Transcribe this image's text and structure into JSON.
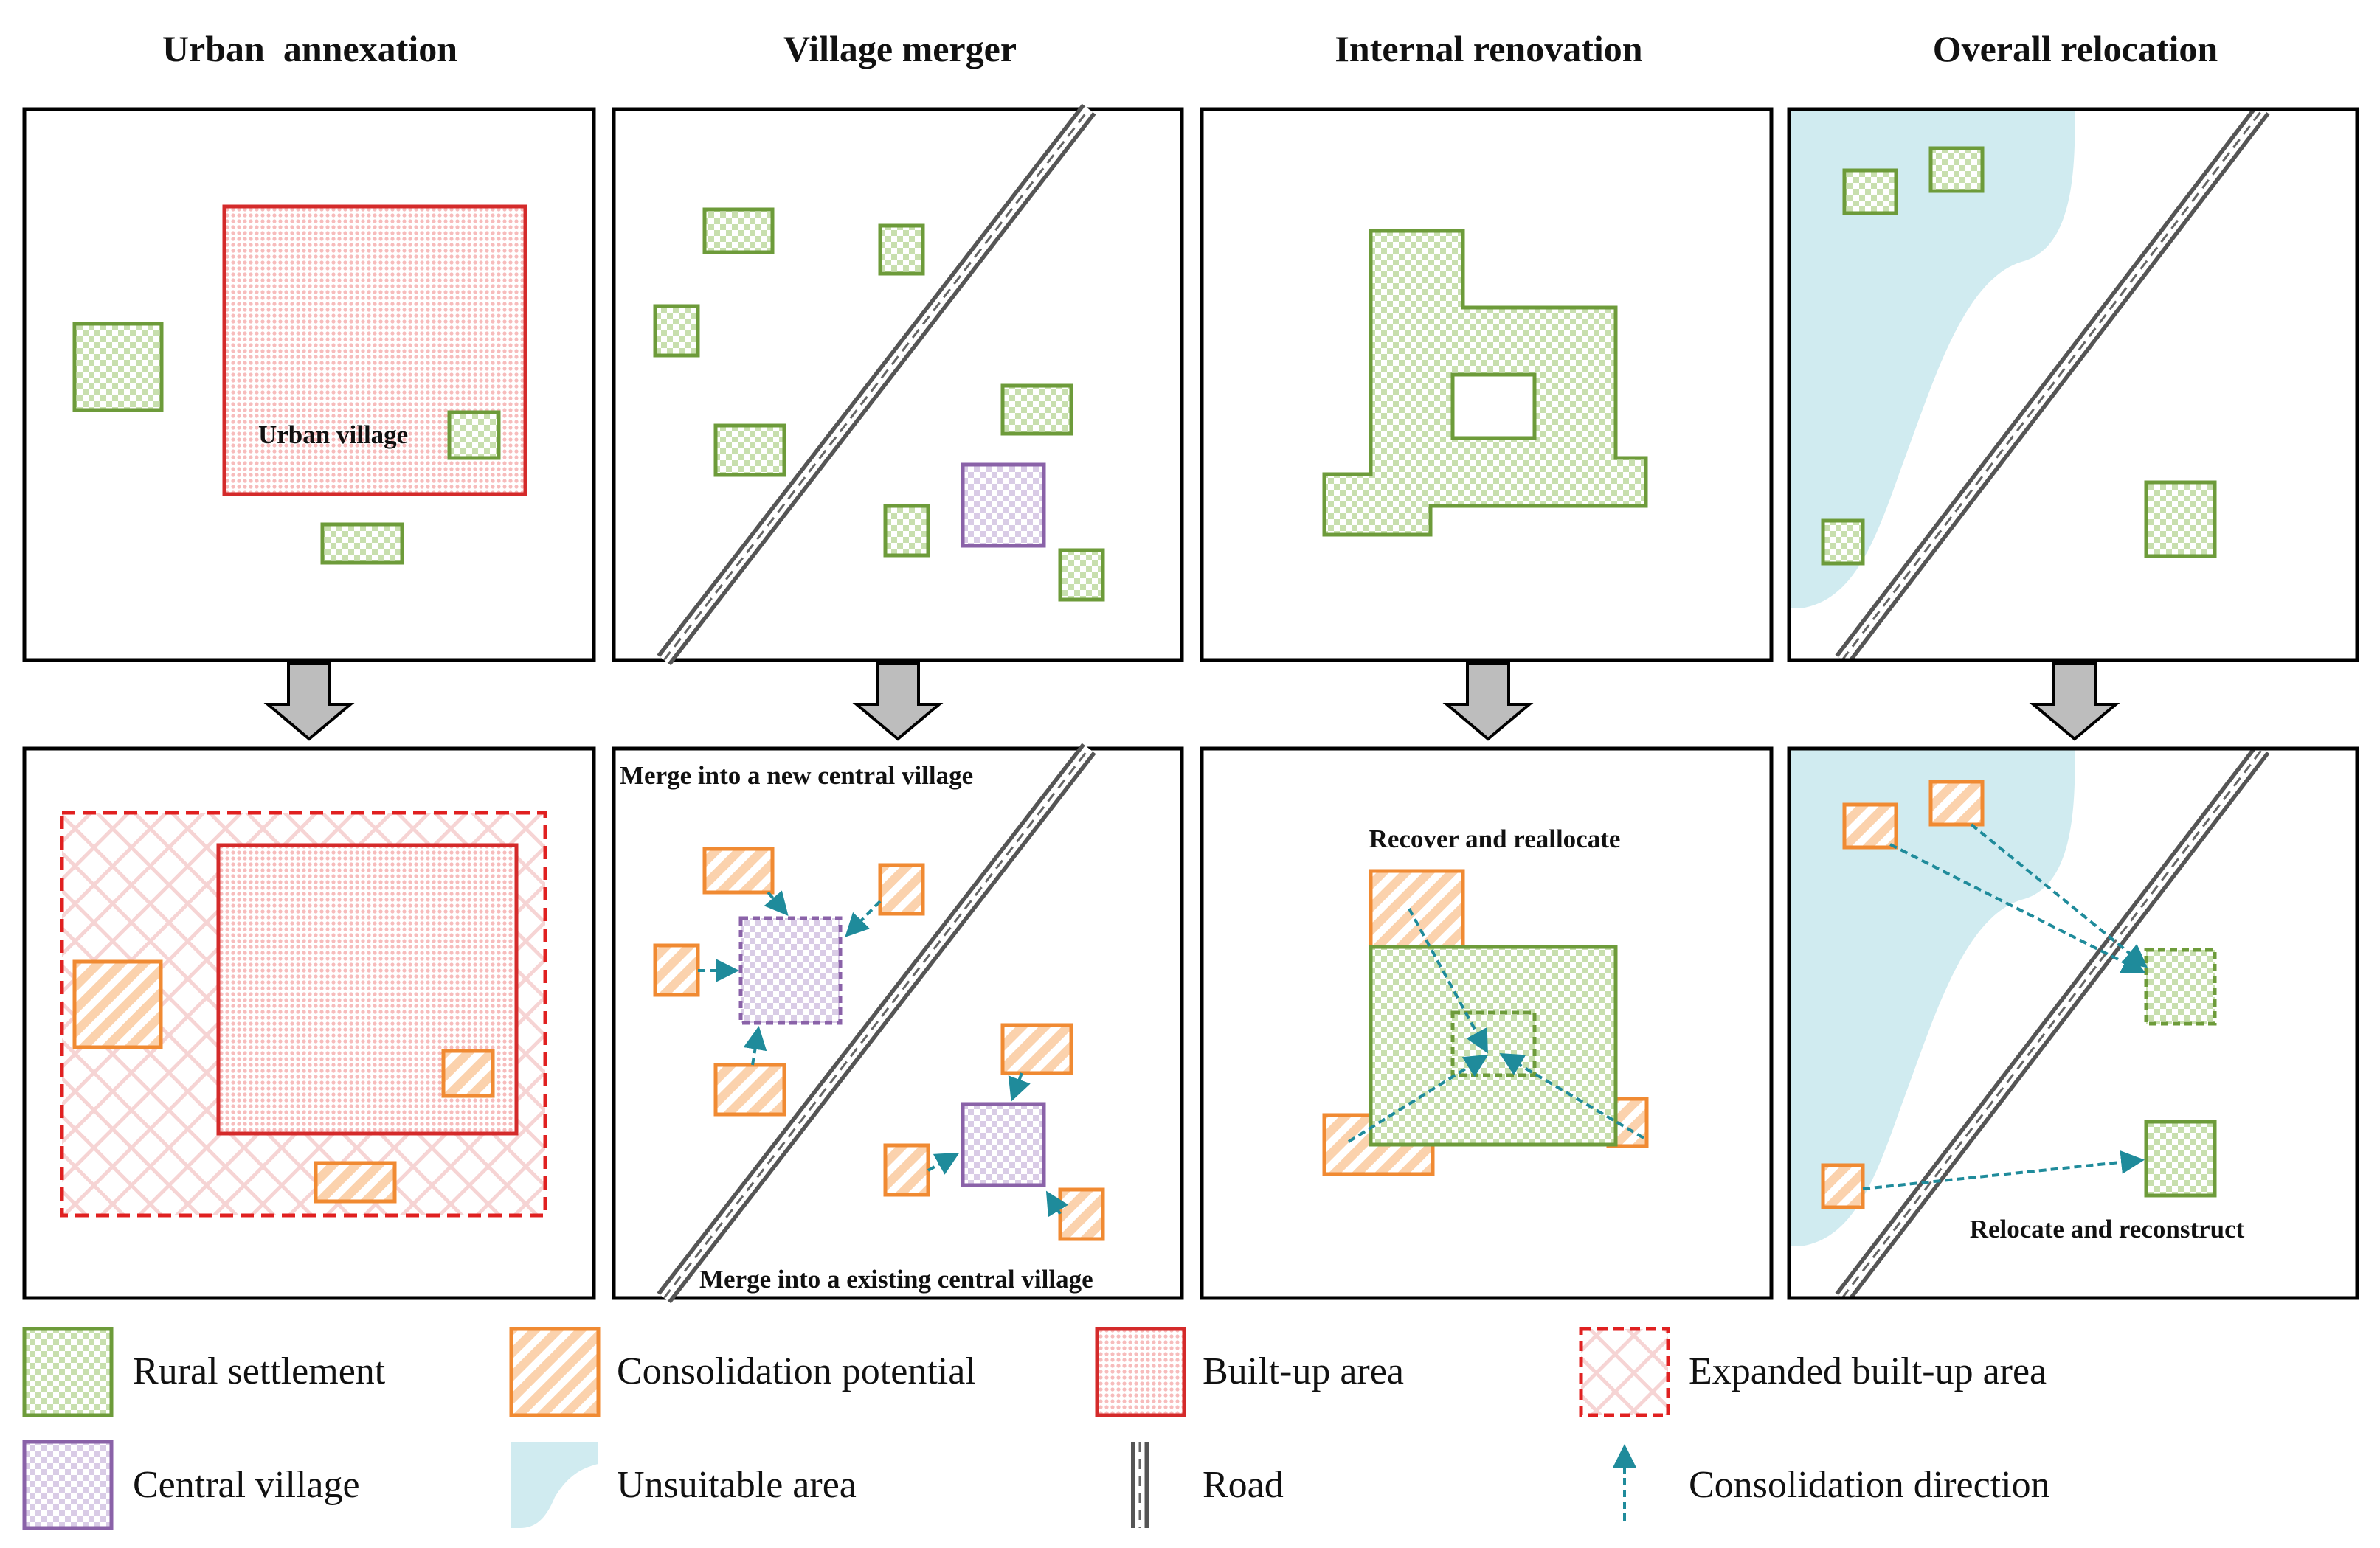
{
  "columns": [
    {
      "title": "Urban  annexation"
    },
    {
      "title": "Village merger"
    },
    {
      "title": "Internal renovation"
    },
    {
      "title": "Overall relocation"
    }
  ],
  "annotations": {
    "urban_village": "Urban village",
    "merge_new": "Merge into a new central village",
    "merge_existing": "Merge into a existing central village",
    "recover": "Recover and reallocate",
    "relocate": "Relocate and reconstruct"
  },
  "legend": [
    {
      "key": "rural",
      "label": "Rural settlement"
    },
    {
      "key": "consolidation",
      "label": "Consolidation potential"
    },
    {
      "key": "builtup",
      "label": "Built-up area"
    },
    {
      "key": "expanded",
      "label": "Expanded built-up area"
    },
    {
      "key": "central",
      "label": "Central village"
    },
    {
      "key": "unsuitable",
      "label": "Unsuitable area"
    },
    {
      "key": "road",
      "label": "Road"
    },
    {
      "key": "direction",
      "label": "Consolidation direction"
    }
  ],
  "colors": {
    "rural_stroke": "#6d9b3a",
    "rural_fill": "#c8dfae",
    "consolidation_stroke": "#f08a32",
    "consolidation_fill": "#fbd2ad",
    "builtup_stroke": "#d42a2a",
    "builtup_fill": "#f9cccc",
    "central_stroke": "#8a62a8",
    "central_fill": "#d9cce6",
    "unsuitable_fill": "#d0ebf0",
    "direction_arrow": "#1f8b9b",
    "transition_arrow": "#bdbdbd"
  }
}
